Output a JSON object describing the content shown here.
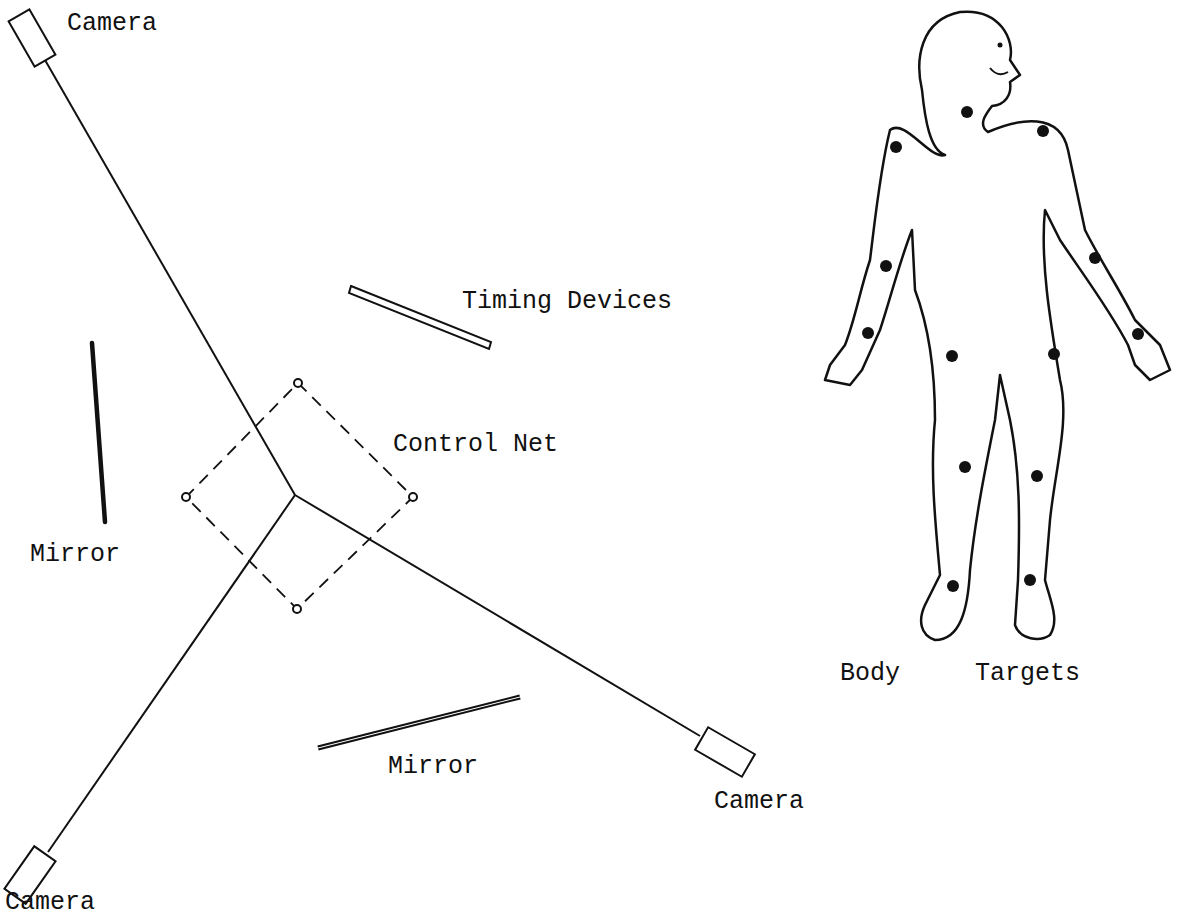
{
  "diagram": {
    "labels": [
      "Camera",
      "Timing Devices",
      "Control Net",
      "Mirror",
      "Mirror",
      "Camera",
      "Camera",
      "Body",
      "Targets"
    ]
  }
}
